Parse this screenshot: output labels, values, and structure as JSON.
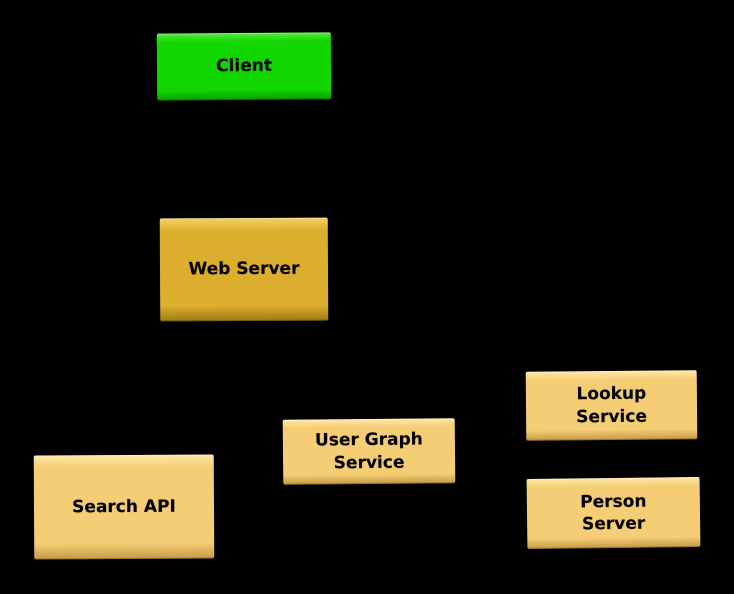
{
  "diagram": {
    "background": "#000000",
    "text_color": "#000000",
    "nodes": {
      "client": {
        "label": "Client",
        "fill": "#12d600",
        "fill_light": "#55ee3e",
        "fill_dark": "#0a9c00"
      },
      "web_server": {
        "label": "Web Server",
        "fill": "#dcae2d",
        "fill_light": "#f3d262",
        "fill_dark": "#9c7a12"
      },
      "search_api": {
        "label": "Search API",
        "fill": "#f5cd74",
        "fill_light": "#ffe8a8",
        "fill_dark": "#c49a45"
      },
      "user_graph_service": {
        "label": "User Graph\nService",
        "fill": "#f5cd74",
        "fill_light": "#ffe8a8",
        "fill_dark": "#c49a45"
      },
      "lookup_service": {
        "label": "Lookup\nService",
        "fill": "#f5cd74",
        "fill_light": "#ffe8a8",
        "fill_dark": "#c49a45"
      },
      "person_server": {
        "label": "Person\nServer",
        "fill": "#f5cd74",
        "fill_light": "#ffe8a8",
        "fill_dark": "#c49a45"
      }
    }
  }
}
